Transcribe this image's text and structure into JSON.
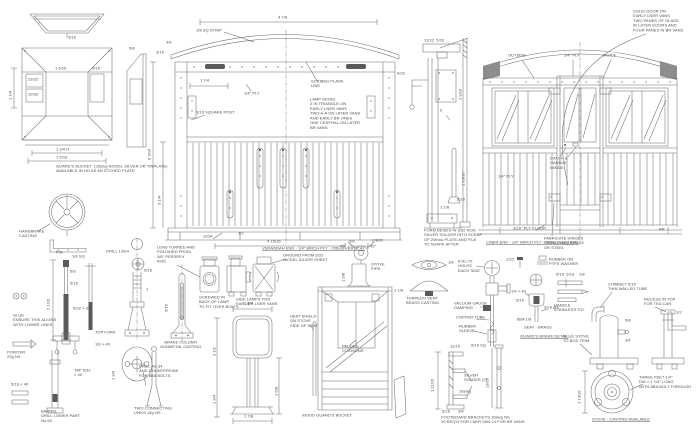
{
  "t": {
    "bucket_note": "GUARD'S BUCKET  (26swg NICKEL SILVER OR TINPLATE)\nAVAILABLE IN HO AS AN ETCHED PLATE",
    "handbrake": "HANDBRAKE\nCASTING",
    "d_bucket_rim": "3/16",
    "d_dev_w1": "23/32",
    "d_dev_w2": "19/32",
    "d_dev_c": "1 5/16",
    "d_dev_r": "3/16",
    "d_dev_left": "1 1/4",
    "d_dev_b1": "1 3/4 D",
    "d_dev_b2": "1 5/16",
    "d_side_piece": "5/8",
    "sq_strip": "1/8 SQ STRIP",
    "d_side_top": "4 7/8",
    "d_34": "3/4",
    "d_316": "3/16",
    "d_114": "1 1/4",
    "ply_side": "1/4\" PLY",
    "scribed": "SCRIBED PLANK\nLINE",
    "lamp_irons": "LAMP IRONS\n2 IN TRIANGLE ON\nEARLY LNER VANS\nTWO A-A ON LATER VANS\nAND EARLY BR ONES\nONE CENTRAL ON LATER\nBR VANS",
    "square_post": "3/16 SQUARE POST",
    "d_8316": "8 3/16",
    "d_314": "3 1/4",
    "d_120a": "120A",
    "d_12": "1/2",
    "d_41516": "4 15/16",
    "d_58": "5/8",
    "lner": "LNER",
    "verandah_cap": "VERANDAH END - 1/4\" BIRCH PLY - 20thou VERTICAL",
    "d_sec1": "11/32  5/16",
    "d_932": "9/32",
    "d_1916": "1 9/16",
    "d_5": "5",
    "d_11316": "1 13/16",
    "d_516s": "5/16",
    "d_118": "1 1/8",
    "form_bends": "FORM BENDS IN 3/32 ROD\nSILVER SOLDER INTO SCRAP\nOF 20thou PLATE AND FILE\nTO SHAPE AFTER",
    "solid_door": "SOLID DOOR ON\nEARLY LNER VANS\nTWO PANES OF GLASS\nIN LATER DOORS AND\nFOUR PANES IN BR VANS",
    "outside": "OUTSIDE",
    "ply_top": "1/4\" PLY",
    "inside": "INSIDE",
    "catch": "CATCH &\nHANDLE\nINSIDE",
    "ply_end": "1/4\" PLY",
    "ply_floor": "3/16\" PLY FLOOR",
    "fabricate": "FABRICATE HINGES\nFROM 24swg BRASS\nOR STEEL",
    "cabin_cap": "CABIN END - 1/4\" BIRCH PLY - 20thou VERTICAL",
    "br": "BR",
    "glue": "GLUE\nENSURE THIS ALIGNS\nWITH LOWER LINKS",
    "pointer": "POINTER\n22g NS",
    "d_51640": "5/16 × 40",
    "barrel": "BARREL\nDRILL LOWER PART\nNo.50",
    "pin": "PIN",
    "d_18sq": "1/8 SQ",
    "d_58b": "5/8",
    "d_516b": "5/16",
    "d_53232": "5/32 × 32",
    "d_2116": "2 1/16",
    "top_fork": "TOP FORK",
    "d_1840": "1/8 × 40",
    "tap_532": "TAP 5/32\n× 40",
    "two_links": "TWO CONNECTING\nLINKS 14g NS",
    "drill_1364": "DRILL 13/64",
    "d_516c": "5/16",
    "d_1": "1",
    "drill_34": "DRILL No.34\nAND COUNTERSINK\nFOR 8BA BOLTS",
    "d_134": "1 3/4",
    "brake_col": "BRAKE COLUMN\nGUNMETAL CASTING",
    "d_516d": "5/16",
    "d_312": "3 1/2",
    "d_134b": "1 3/4",
    "lens": "LENS TURNED AND\nPOLISHED FROM\n3/8\" PERSPEX\nROD",
    "screwed": "SCREWED IN\nBACK OF LAMP\nTO FIT OVER BOLTS",
    "side_lamps": "SIDE LAMPS FOR\nEARLIER LNER VANS",
    "ground": "GROUND FROM 3/32\nNICKEL SILVER SHEET",
    "d_134c": "1 3/4",
    "d_158": "1 5/8",
    "d_178": "1 7/8",
    "heat": "HEAT SHIELD\nON STOVE\nSIDE OF SEAT",
    "padded": "PADDED\nCUSHIONS",
    "wood": "WOOD GUARD'S BUCKET",
    "d_118c": "1 1/8",
    "d_45a": "45°",
    "d_45b": "45°",
    "stove_pipe": "STOVE\nPIPE",
    "d_138": "1 3/8",
    "torpedo": "TORPEDO VENT\nBRASS CASTING",
    "d_18": "1/8",
    "holes": "8 No.70\nHOLES\nEACH SIDE",
    "vac": "VACUUM GAUGE\nDAMPING",
    "copper": "COPPER TUBE",
    "sleeve": "RUBBER\nSLEEVE",
    "d_132": "1/32",
    "washer": "RUBBER OR\nPTFE WASHER",
    "d_1440": "1/4 × 40",
    "d_516e": "5/16",
    "d_316d": "3/16 dia",
    "d_6ba": "6BA 1/8",
    "seat_brass": "SEAT - BRASS",
    "brake_cap": "GUARD'S BRAKE DETAIL",
    "d_handle": "5/16  5/16    1/8",
    "handle": "HANDLE\nSTAINLESS STL",
    "chimney": "CHIMNEY 5/16\nTHIN WALLED TUBE",
    "recess": "RECESS IN TOP\nFOR TEA CAN",
    "d_12b": "1/2",
    "d_58c": "5/8",
    "d_34b": "3/4",
    "glue2": "GLUE STOVE\nTO BOX TRIM",
    "three_feet": "THREE FEET 1/4\"\nDIA × 1 1/4\" LONG\nWITH 8BA BOLT THROUGH",
    "d_11316b": "1 13/16",
    "stove_cap": "STOVE - CASTING AVAILABLE",
    "d_1116": "11/16",
    "d_516sq": "5/16 SQ",
    "d_11116": "1 11/16",
    "silver": "SILVER\nSOLDER (2)",
    "d_16swg": "16swg",
    "d_516f": "5/16",
    "d_34c": "3/4",
    "d_1316": "13/16",
    "foot_cap": "FOOTBOARD BRACKETS 16swg NS\n10 REQ'D FOR LNER VAN 14 FOR BR VANS"
  }
}
